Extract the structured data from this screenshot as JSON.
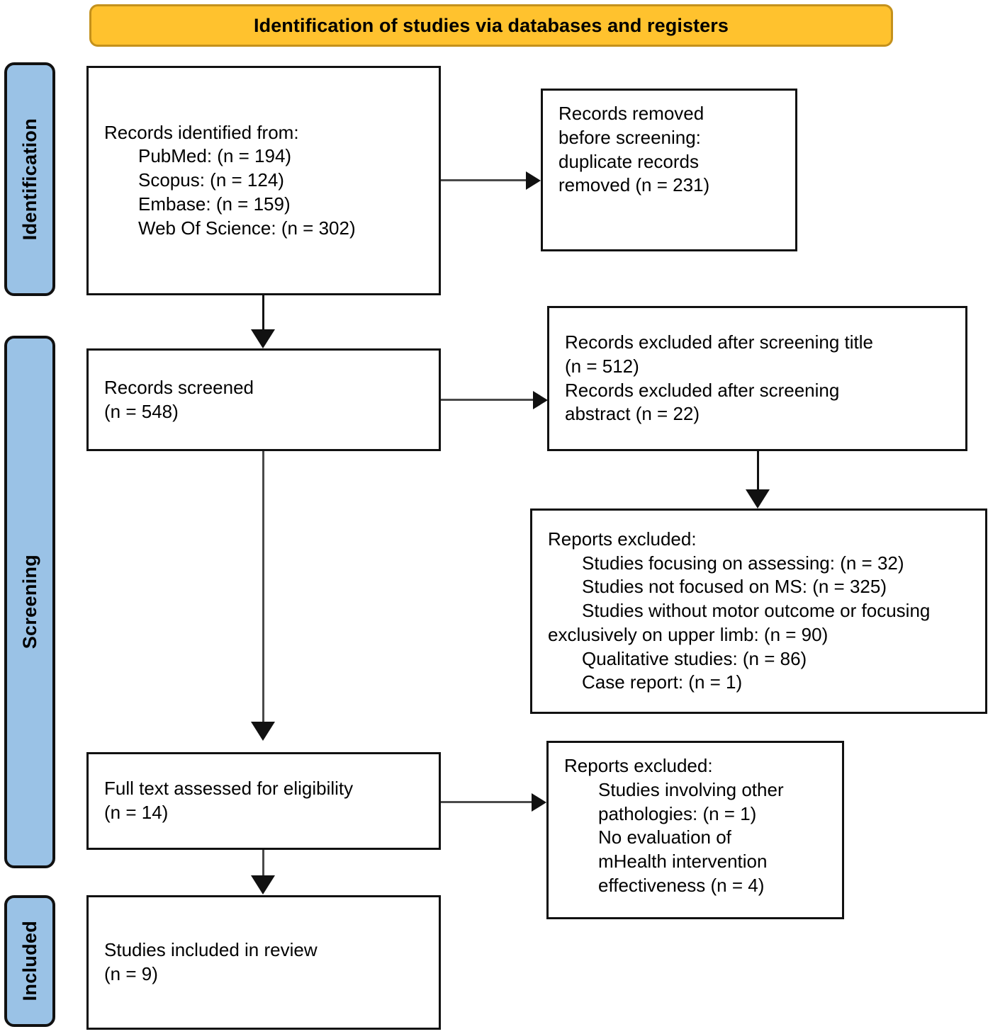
{
  "banner": {
    "title": "Identification of studies via databases and registers"
  },
  "stages": [
    {
      "id": "identification",
      "label": "Identification"
    },
    {
      "id": "screening",
      "label": "Screening"
    },
    {
      "id": "included",
      "label": "Included"
    }
  ],
  "boxes": {
    "identified": {
      "lines": [
        "Records identified from:",
        "PubMed: (n = 194)",
        "Scopus: (n = 124)",
        "Embase: (n = 159)",
        "Web Of Science: (n = 302)"
      ]
    },
    "removed": {
      "lines": [
        "Records removed",
        "before screening:",
        "duplicate records",
        "removed (n = 231)"
      ]
    },
    "screened": {
      "lines": [
        "Records screened",
        "(n = 548)"
      ]
    },
    "excluded_screening": {
      "lines": [
        "Records excluded after screening title",
        "(n = 512)",
        "Records excluded after screening",
        "abstract (n = 22)"
      ]
    },
    "reports_excluded_1": {
      "lines": [
        "Reports excluded:",
        "Studies focusing on assessing: (n = 32)",
        "Studies not focused on MS: (n = 325)",
        "Studies without motor outcome or focusing",
        "exclusively on upper limb: (n = 90)",
        "Qualitative studies: (n = 86)",
        "Case report: (n = 1)"
      ]
    },
    "fulltext": {
      "lines": [
        "Full text assessed for eligibility",
        "(n = 14)"
      ]
    },
    "reports_excluded_2": {
      "lines": [
        "Reports excluded:",
        "Studies involving other",
        "pathologies: (n = 1)",
        "No evaluation of",
        "mHealth intervention",
        "effectiveness (n = 4)"
      ]
    },
    "included": {
      "lines": [
        "Studies included in review",
        "(n = 9)"
      ]
    }
  },
  "colors": {
    "banner_fill": "#FFC22E",
    "banner_border": "#C4911C",
    "rail_fill": "#9AC2E6",
    "box_border": "#111111",
    "connector": "#4A4A4A"
  }
}
